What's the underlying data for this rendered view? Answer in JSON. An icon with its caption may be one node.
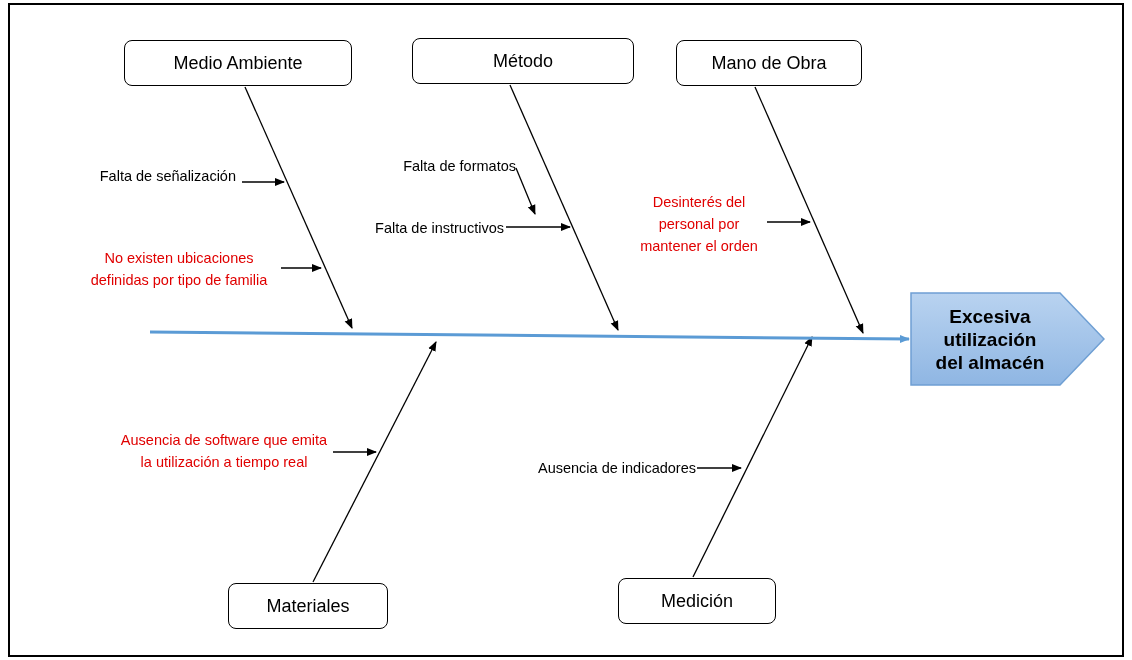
{
  "diagram": {
    "nodes": [
      {
        "text": [
          "Medio Ambiente"
        ]
      },
      {
        "text": [
          "Método"
        ]
      },
      {
        "text": [
          "Mano de Obra"
        ]
      },
      {
        "text": [
          "Excesiva utilización del almacén"
        ]
      },
      {
        "text": [
          "Materiales"
        ]
      },
      {
        "text": [
          "Medición"
        ]
      },
      {
        "text": [
          "Falta de señalización"
        ]
      },
      {
        "text": [
          "No existen ubicaciones definidas por tipo de familia"
        ]
      },
      {
        "text": [
          "Falta de formatos"
        ]
      },
      {
        "text": [
          "Falta de instructivos"
        ]
      },
      {
        "text": [
          "Desinterés del personal por mantener el orden"
        ]
      },
      {
        "text": [
          "Ausencia de software que emita la utilización a tiempo real"
        ]
      },
      {
        "text": [
          "Ausencia de indicadores"
        ]
      }
    ],
    "edges": [
      {
        "from": 0,
        "to": null,
        "arrow": "to"
      },
      {
        "from": 1,
        "to": null,
        "arrow": "to"
      },
      {
        "from": 2,
        "to": null,
        "arrow": "to"
      },
      {
        "from": 4,
        "to": null,
        "arrow": "to"
      },
      {
        "from": 5,
        "to": null,
        "arrow": "to"
      },
      {
        "from": null,
        "to": 3,
        "arrow": "to",
        "style": "thick",
        "color": "#5b9bd5"
      },
      {
        "from": 6,
        "to": null,
        "arrow": "to"
      },
      {
        "from": 7,
        "to": null,
        "arrow": "to"
      },
      {
        "from": 8,
        "to": 9,
        "arrow": "to"
      },
      {
        "from": 9,
        "to": null,
        "arrow": "to"
      },
      {
        "from": 10,
        "to": null,
        "arrow": "to"
      },
      {
        "from": 11,
        "to": null,
        "arrow": "to"
      },
      {
        "from": 12,
        "to": null,
        "arrow": "to"
      }
    ]
  }
}
